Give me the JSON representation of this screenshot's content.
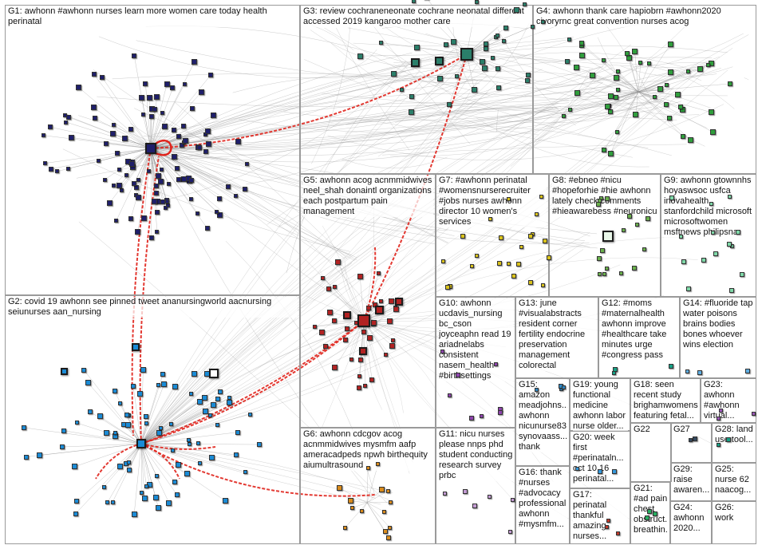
{
  "graph": {
    "groups": [
      {
        "id": "G1",
        "label": "G1: awhonn #awhonn nurses learn more women care today health perinatal",
        "color": "#24246e"
      },
      {
        "id": "G2",
        "label": "G2: covid 19 awhonn see pinned tweet ananursingworld aacnursing seiunurses aan_nursing",
        "color": "#1a8bd6"
      },
      {
        "id": "G3",
        "label": "G3: review cochraneneonate cochrane neonatal different accessed 2019 kangaroo mother care",
        "color": "#2a7f6a"
      },
      {
        "id": "G4",
        "label": "G4: awhonn thank care hapiobrn #awhonn2020 civoryrnc great convention nurses acog",
        "color": "#2f9e3c"
      },
      {
        "id": "G5",
        "label": "G5: awhonn acog acnmmidwives neel_shah donaintl organizations each postpartum pain management",
        "color": "#b22222"
      },
      {
        "id": "G6",
        "label": "G6: awhonn cdcgov acog acnmmidwives mysmfm aafp ameracadpeds npwh birthequity aiumultrasound",
        "color": "#d98b1c"
      },
      {
        "id": "G7",
        "label": "G7: #awhonn perinatal #womensnurserecruiter #jobs nurses awhonn director 10 women's services",
        "color": "#d9c21c"
      },
      {
        "id": "G8",
        "label": "G8: #ebneo #nicu #hopeforhie #hie awhonn lately check comments #hieawarebess #neuronicu",
        "color": "#6ab04c"
      },
      {
        "id": "G9",
        "label": "G9: awhonn gtownnhs hoyaswsoc usfca inovahealth stanfordchild microsoft microsoftwomen msftnews philipsna",
        "color": "#7fd8a8"
      },
      {
        "id": "G10",
        "label": "G10: awhonn ucdavis_nursing bc_cson joyceaphn read 19 ariadnelabs consistent nasem_health #birthsettings",
        "color": "#8e44ad"
      },
      {
        "id": "G11",
        "label": "G11: nicu nurses please nnps phd student conducting research survey prbc",
        "color": "#c39bd3"
      },
      {
        "id": "G12",
        "label": "G12: #moms #maternalhealth awhonn improve #healthcare take minutes urge #congress pass",
        "color": "#16a085"
      },
      {
        "id": "G13",
        "label": "G13: june #visualabstracts resident corner fertility endocrine preservation management colorectal",
        "color": "#e67e22"
      },
      {
        "id": "G14",
        "label": "G14: #fluoride tap water poisons brains bodies bones whoever wins election",
        "color": "#5dade2"
      },
      {
        "id": "G15",
        "label": "G15: amazon meadjohns... awhonn nicunurse83 synovaass... thank",
        "color": "#2e86c1"
      },
      {
        "id": "G16",
        "label": "G16: thank #nurses #advocacy professional awhonn #mysmfm...",
        "color": "#f4d03f"
      },
      {
        "id": "G17",
        "label": "G17: perinatal thankful amazing nurses...",
        "color": "#c0392b"
      },
      {
        "id": "G18",
        "label": "G18: seen recent study brighamwomens featuring fetal...",
        "color": "#8e44ad"
      },
      {
        "id": "G19",
        "label": "G19: young functional medicine awhonn labor nurse older...",
        "color": "#e74c3c"
      },
      {
        "id": "G20",
        "label": "G20: week first #perinataln... oct 10 16 perinatal...",
        "color": "#3498db"
      },
      {
        "id": "G21",
        "label": "G21: #ad pain chest obstruct... breathin...",
        "color": "#27ae60"
      },
      {
        "id": "G22",
        "label": "G22",
        "color": "#7f8c8d"
      },
      {
        "id": "G23",
        "label": "G23: awhonn #awhonn virtual...",
        "color": "#9b59b6"
      },
      {
        "id": "G24",
        "label": "G24: awhonn 2020...",
        "color": "#1abc9c"
      },
      {
        "id": "G25",
        "label": "G25: nurse 62 naacog...",
        "color": "#2980b9"
      },
      {
        "id": "G26",
        "label": "G26: work",
        "color": "#d35400"
      },
      {
        "id": "G27",
        "label": "G27",
        "color": "#34495e"
      },
      {
        "id": "G28",
        "label": "G28: land use tool...",
        "color": "#16a085"
      },
      {
        "id": "G29",
        "label": "G29: raise awaren...",
        "color": "#c0392b"
      }
    ],
    "colors": {
      "edge": "#8c8c8c",
      "strong_edge": "#e0241c",
      "box_border": "#9a9a9a",
      "g1_node": "#1f1f6b",
      "g2_node": "#1a8bd6",
      "g3_node": "#2a7f6a",
      "g4_node": "#2f9e3c",
      "g5_node": "#b22222",
      "g6_node": "#d98b1c"
    }
  }
}
